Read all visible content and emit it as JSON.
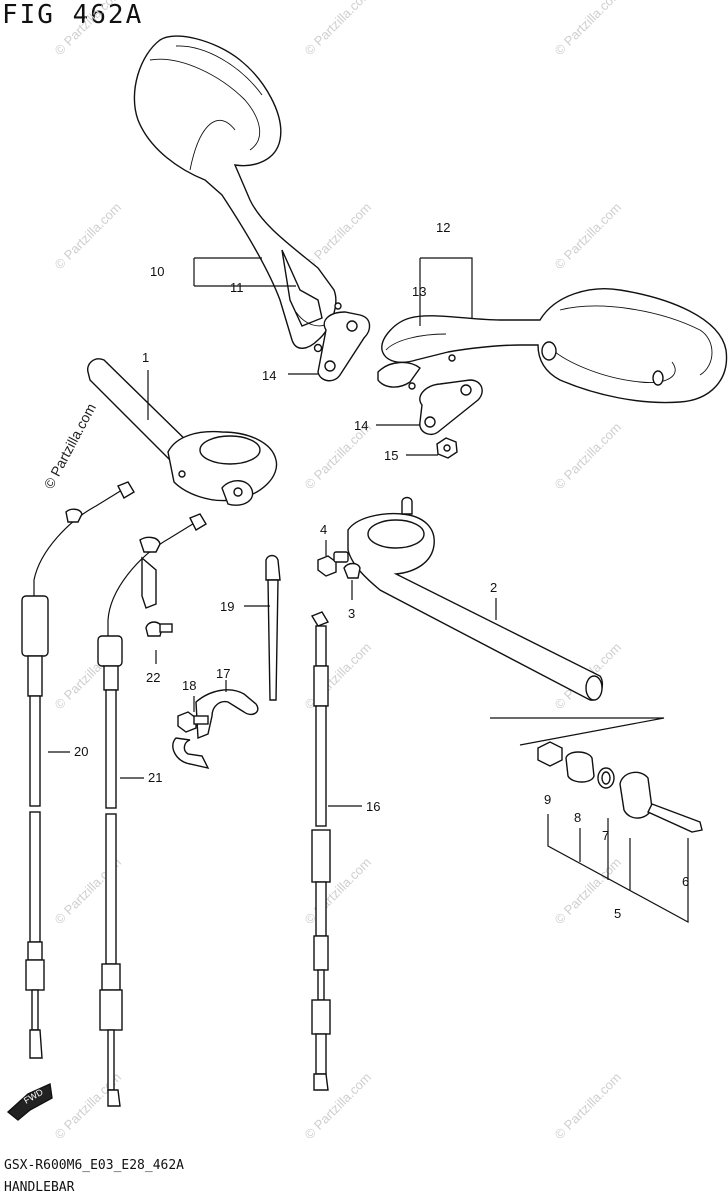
{
  "figure": {
    "title": "FIG 462A",
    "code": "GSX-R600M6_E03_E28_462A",
    "name": "HANDLEBAR"
  },
  "watermark": {
    "text": "© Partzilla.com",
    "main_text": "© Partzilla.com"
  },
  "callouts": [
    {
      "id": "1",
      "label": "1"
    },
    {
      "id": "2",
      "label": "2"
    },
    {
      "id": "3",
      "label": "3"
    },
    {
      "id": "4",
      "label": "4"
    },
    {
      "id": "5",
      "label": "5"
    },
    {
      "id": "6",
      "label": "6"
    },
    {
      "id": "7",
      "label": "7"
    },
    {
      "id": "8",
      "label": "8"
    },
    {
      "id": "9",
      "label": "9"
    },
    {
      "id": "10",
      "label": "10"
    },
    {
      "id": "11",
      "label": "11"
    },
    {
      "id": "12",
      "label": "12"
    },
    {
      "id": "13",
      "label": "13"
    },
    {
      "id": "14a",
      "label": "14"
    },
    {
      "id": "14b",
      "label": "14"
    },
    {
      "id": "15",
      "label": "15"
    },
    {
      "id": "16",
      "label": "16"
    },
    {
      "id": "17",
      "label": "17"
    },
    {
      "id": "18",
      "label": "18"
    },
    {
      "id": "19",
      "label": "19"
    },
    {
      "id": "20",
      "label": "20"
    },
    {
      "id": "21",
      "label": "21"
    },
    {
      "id": "22",
      "label": "22"
    }
  ],
  "badge": {
    "label": "FWD"
  }
}
